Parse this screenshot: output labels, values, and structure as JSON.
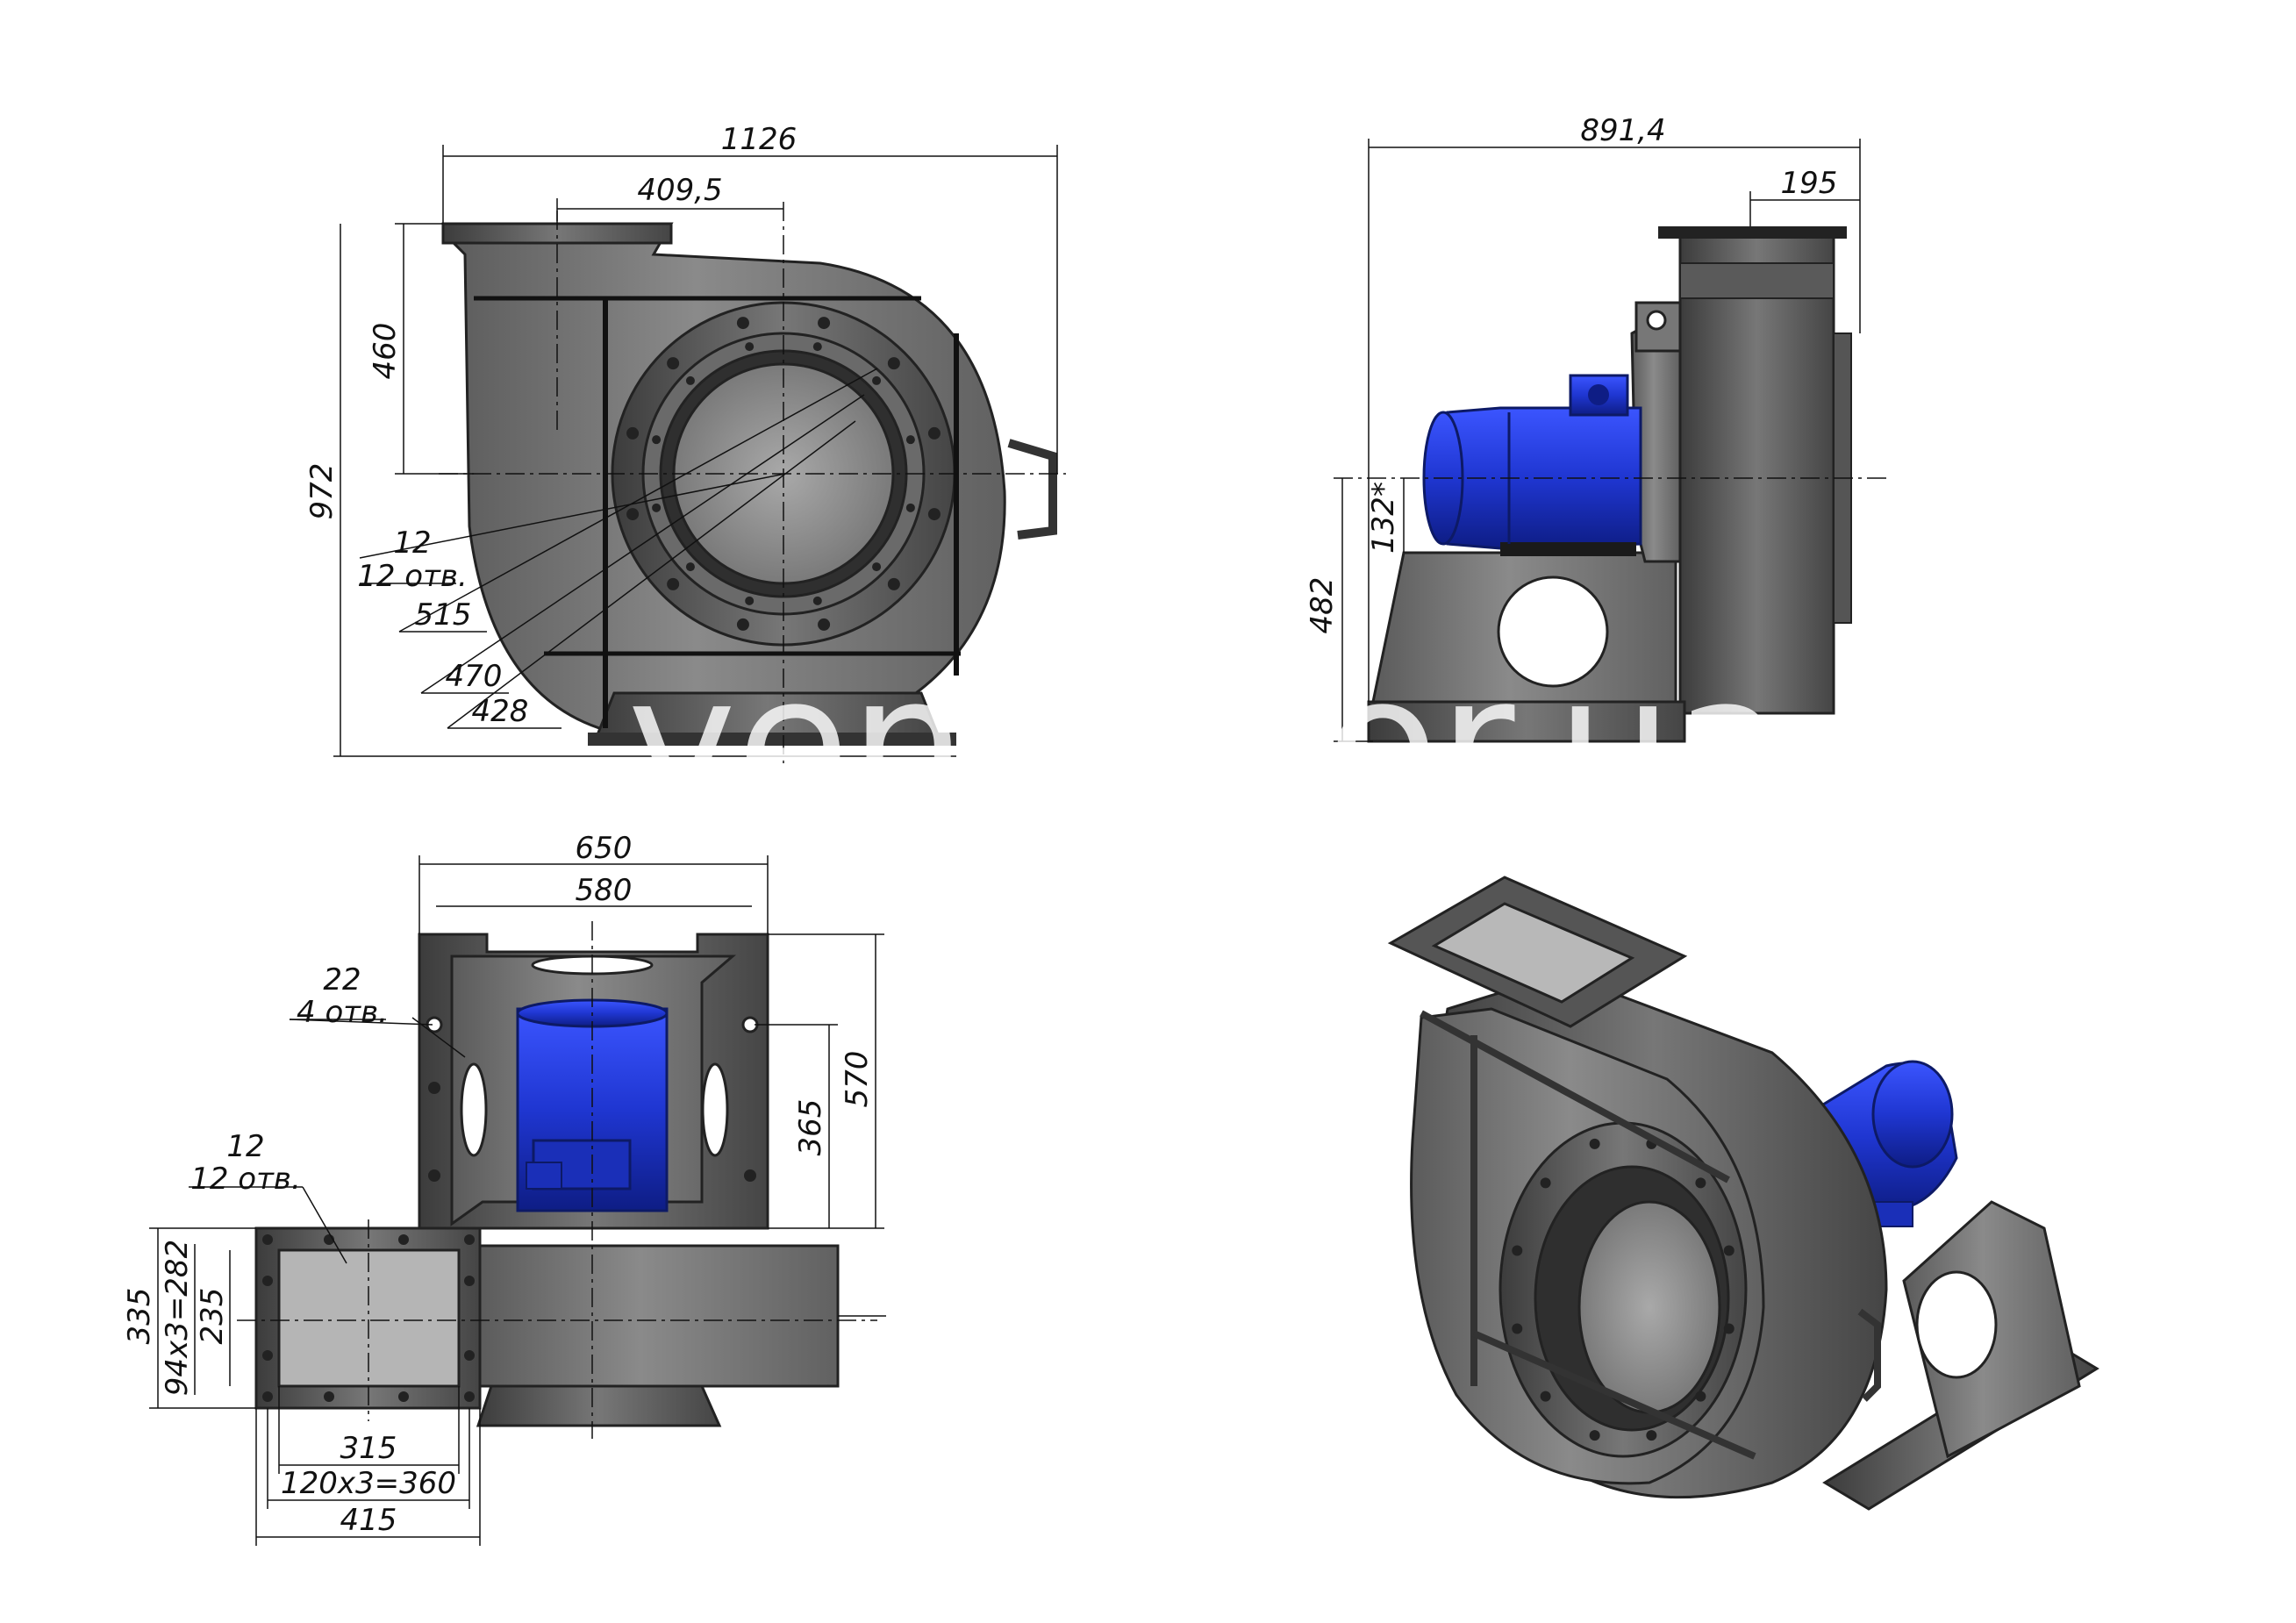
{
  "watermark": "ventilator.ua",
  "colors": {
    "steel": "#707070",
    "steel_dark": "#4a4a4a",
    "motor_blue": "#1f36d1",
    "line": "#111111"
  },
  "front_view": {
    "width": "1126",
    "inlet_offset": "409,5",
    "outlet_height": "460",
    "height": "972",
    "holes_label": "12",
    "holes_count": "12 отв.",
    "d_515": "515",
    "d_470": "470",
    "d_428": "428"
  },
  "side_view": {
    "depth": "891,4",
    "flange": "195",
    "shaft_offset": "132*",
    "shaft_height": "482"
  },
  "top_view": {
    "frame_width": "650",
    "frame_inner": "580",
    "mount_holes_label": "22",
    "mount_holes_count": "4 отв.",
    "dim_365": "365",
    "dim_570": "570",
    "flange_holes_label": "12",
    "flange_holes_count": "12 отв.",
    "dim_335": "335",
    "dim_pitch_v": "94x3=282",
    "dim_235": "235",
    "dim_315": "315",
    "dim_pitch_h": "120x3=360",
    "dim_415": "415"
  }
}
